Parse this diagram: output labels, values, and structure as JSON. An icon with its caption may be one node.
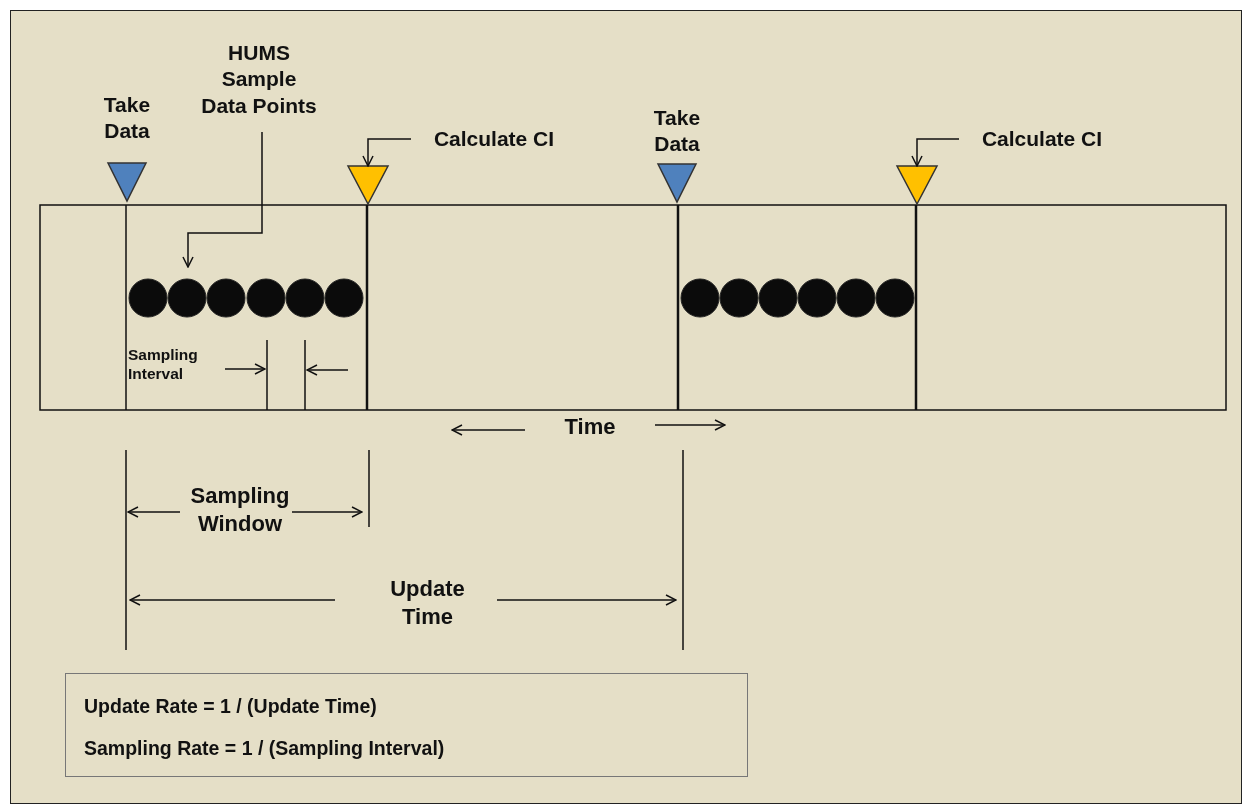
{
  "diagram": {
    "nodes": [
      {
        "text": [],
        "shape": "triangle",
        "beside": [
          "Take Data"
        ]
      },
      {
        "text": [
          "HUMS Sample Data Points"
        ]
      },
      {
        "text": [
          "Calculate CI"
        ]
      },
      {
        "text": [],
        "shape": "triangle"
      },
      {
        "text": [],
        "shape": "triangle",
        "beside": [
          "Take Data"
        ]
      },
      {
        "text": [
          "Calculate CI"
        ]
      },
      {
        "text": [],
        "shape": "triangle"
      },
      {
        "text": [
          "Update Rate = 1 / (Update Time)",
          "Sampling Rate = 1 / (Sampling Interval)"
        ]
      }
    ],
    "edges": [
      {
        "from": 1,
        "to": null,
        "arrow": "to"
      },
      {
        "from": 2,
        "to": 3,
        "arrow": "to"
      },
      {
        "from": 5,
        "to": 6,
        "arrow": "to"
      }
    ],
    "labels": [
      "Sampling Interval",
      "Time",
      "Sampling Window",
      "Update Time"
    ]
  }
}
